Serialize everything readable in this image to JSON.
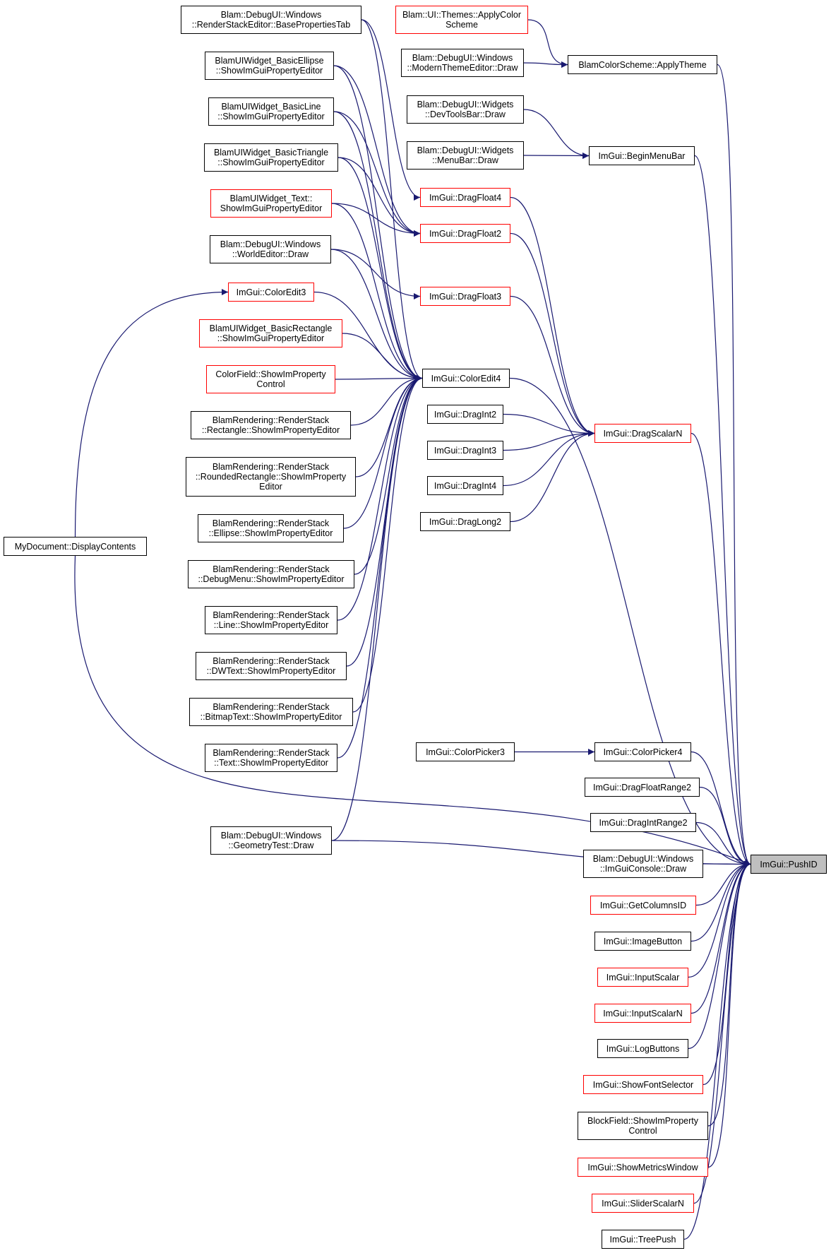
{
  "colors": {
    "edge": "#191970",
    "node_border": "#000000",
    "incomplete_border": "#ff0000",
    "target_fill": "#bfbfbf"
  },
  "nodes": {
    "n1": {
      "label": "Blam::DebugUI::Windows\n::RenderStackEditor::BasePropertiesTab"
    },
    "n2": {
      "label": "BlamUIWidget_BasicEllipse\n::ShowImGuiPropertyEditor"
    },
    "n3": {
      "label": "BlamUIWidget_BasicLine\n::ShowImGuiPropertyEditor"
    },
    "n4": {
      "label": "BlamUIWidget_BasicTriangle\n::ShowImGuiPropertyEditor"
    },
    "n5": {
      "label": "BlamUIWidget_Text::\nShowImGuiPropertyEditor"
    },
    "n6": {
      "label": "Blam::DebugUI::Windows\n::WorldEditor::Draw"
    },
    "n7": {
      "label": "ImGui::ColorEdit3"
    },
    "n8": {
      "label": "BlamUIWidget_BasicRectangle\n::ShowImGuiPropertyEditor"
    },
    "n9": {
      "label": "ColorField::ShowImProperty\nControl"
    },
    "n10": {
      "label": "BlamRendering::RenderStack\n::Rectangle::ShowImPropertyEditor"
    },
    "n11": {
      "label": "BlamRendering::RenderStack\n::RoundedRectangle::ShowImProperty\nEditor"
    },
    "n12": {
      "label": "BlamRendering::RenderStack\n::Ellipse::ShowImPropertyEditor"
    },
    "n13": {
      "label": "BlamRendering::RenderStack\n::DebugMenu::ShowImPropertyEditor"
    },
    "n14": {
      "label": "BlamRendering::RenderStack\n::Line::ShowImPropertyEditor"
    },
    "n15": {
      "label": "BlamRendering::RenderStack\n::DWText::ShowImPropertyEditor"
    },
    "n16": {
      "label": "BlamRendering::RenderStack\n::BitmapText::ShowImPropertyEditor"
    },
    "n17": {
      "label": "BlamRendering::RenderStack\n::Text::ShowImPropertyEditor"
    },
    "n18": {
      "label": "Blam::DebugUI::Windows\n::GeometryTest::Draw"
    },
    "n19": {
      "label": "MyDocument::DisplayContents"
    },
    "n20": {
      "label": "Blam::UI::Themes::ApplyColor\nScheme"
    },
    "n21": {
      "label": "Blam::DebugUI::Windows\n::ModernThemeEditor::Draw"
    },
    "n22": {
      "label": "Blam::DebugUI::Widgets\n::DevToolsBar::Draw"
    },
    "n23": {
      "label": "Blam::DebugUI::Widgets\n::MenuBar::Draw"
    },
    "n24": {
      "label": "ImGui::DragFloat4"
    },
    "n25": {
      "label": "ImGui::DragFloat2"
    },
    "n26": {
      "label": "ImGui::DragFloat3"
    },
    "n27": {
      "label": "ImGui::ColorEdit4"
    },
    "n28": {
      "label": "ImGui::DragInt2"
    },
    "n29": {
      "label": "ImGui::DragInt3"
    },
    "n30": {
      "label": "ImGui::DragInt4"
    },
    "n31": {
      "label": "ImGui::DragLong2"
    },
    "n32": {
      "label": "ImGui::ColorPicker3"
    },
    "n33": {
      "label": "BlamColorScheme::ApplyTheme"
    },
    "n34": {
      "label": "ImGui::BeginMenuBar"
    },
    "n35": {
      "label": "ImGui::DragScalarN"
    },
    "n36": {
      "label": "ImGui::ColorPicker4"
    },
    "n37": {
      "label": "ImGui::DragFloatRange2"
    },
    "n38": {
      "label": "ImGui::DragIntRange2"
    },
    "n39": {
      "label": "Blam::DebugUI::Windows\n::ImGuiConsole::Draw"
    },
    "n40": {
      "label": "ImGui::GetColumnsID"
    },
    "n41": {
      "label": "ImGui::ImageButton"
    },
    "n42": {
      "label": "ImGui::InputScalar"
    },
    "n43": {
      "label": "ImGui::InputScalarN"
    },
    "n44": {
      "label": "ImGui::LogButtons"
    },
    "n45": {
      "label": "ImGui::ShowFontSelector"
    },
    "n46": {
      "label": "BlockField::ShowImProperty\nControl"
    },
    "n47": {
      "label": "ImGui::ShowMetricsWindow"
    },
    "n48": {
      "label": "ImGui::SliderScalarN"
    },
    "n49": {
      "label": "ImGui::TreePush"
    },
    "n50": {
      "label": "ImGui::PushID"
    }
  },
  "edges": [
    [
      "n1",
      "n27"
    ],
    [
      "n2",
      "n27"
    ],
    [
      "n3",
      "n27"
    ],
    [
      "n4",
      "n27"
    ],
    [
      "n5",
      "n27"
    ],
    [
      "n6",
      "n27"
    ],
    [
      "n7",
      "n27"
    ],
    [
      "n8",
      "n27"
    ],
    [
      "n9",
      "n27"
    ],
    [
      "n10",
      "n27"
    ],
    [
      "n11",
      "n27"
    ],
    [
      "n12",
      "n27"
    ],
    [
      "n13",
      "n27"
    ],
    [
      "n14",
      "n27"
    ],
    [
      "n15",
      "n27"
    ],
    [
      "n16",
      "n27"
    ],
    [
      "n17",
      "n27"
    ],
    [
      "n18",
      "n27"
    ],
    [
      "n19",
      "n7"
    ],
    [
      "n19",
      "n50"
    ],
    [
      "n1",
      "n24"
    ],
    [
      "n2",
      "n25"
    ],
    [
      "n3",
      "n25"
    ],
    [
      "n4",
      "n25"
    ],
    [
      "n5",
      "n25"
    ],
    [
      "n6",
      "n26"
    ],
    [
      "n20",
      "n33"
    ],
    [
      "n21",
      "n33"
    ],
    [
      "n22",
      "n34"
    ],
    [
      "n23",
      "n34"
    ],
    [
      "n24",
      "n35"
    ],
    [
      "n25",
      "n35"
    ],
    [
      "n26",
      "n35"
    ],
    [
      "n28",
      "n35"
    ],
    [
      "n29",
      "n35"
    ],
    [
      "n30",
      "n35"
    ],
    [
      "n31",
      "n35"
    ],
    [
      "n32",
      "n36"
    ],
    [
      "n33",
      "n50"
    ],
    [
      "n34",
      "n50"
    ],
    [
      "n35",
      "n50"
    ],
    [
      "n27",
      "n50"
    ],
    [
      "n18",
      "n50"
    ],
    [
      "n36",
      "n50"
    ],
    [
      "n37",
      "n50"
    ],
    [
      "n38",
      "n50"
    ],
    [
      "n39",
      "n50"
    ],
    [
      "n40",
      "n50"
    ],
    [
      "n41",
      "n50"
    ],
    [
      "n42",
      "n50"
    ],
    [
      "n43",
      "n50"
    ],
    [
      "n44",
      "n50"
    ],
    [
      "n45",
      "n50"
    ],
    [
      "n46",
      "n50"
    ],
    [
      "n47",
      "n50"
    ],
    [
      "n48",
      "n50"
    ],
    [
      "n49",
      "n50"
    ]
  ]
}
